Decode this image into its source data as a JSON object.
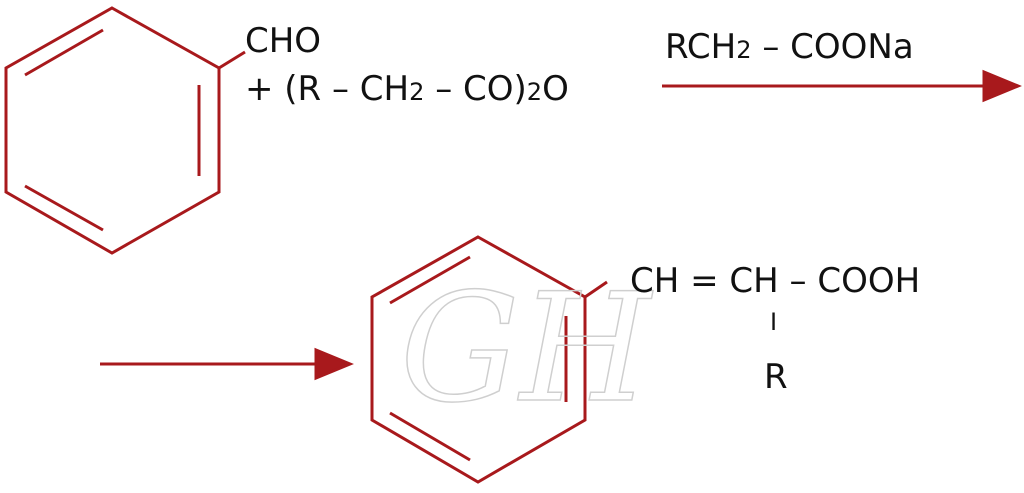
{
  "colors": {
    "bond": "#A8191C",
    "text": "#111111",
    "watermark": "#CFCFCF"
  },
  "reactant": {
    "group": "CHO",
    "reagent_prefix": "+ (R – CH",
    "reagent_sub1": "2",
    "reagent_mid": " – CO)",
    "reagent_sub2": "2",
    "reagent_suffix": "O"
  },
  "catalyst": {
    "prefix": "RCH",
    "sub": "2",
    "suffix": " – COONa"
  },
  "product": {
    "chain": "CH = CH – COOH",
    "branch_bond": "I",
    "branch_group": "R"
  },
  "watermark": "GH"
}
